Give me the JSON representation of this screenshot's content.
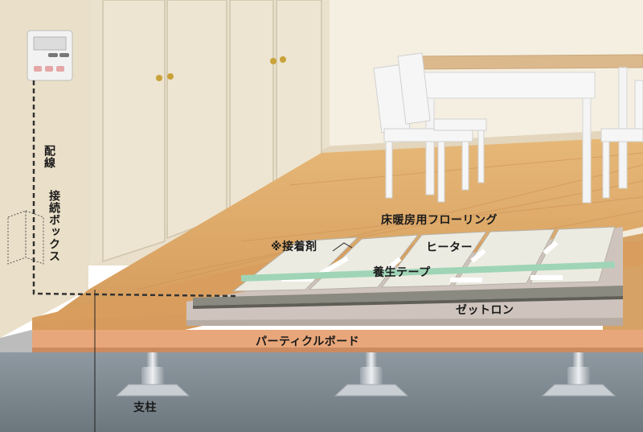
{
  "labels": {
    "haisen": "配線",
    "setsuzoku_box": "接続ボックス",
    "flooring": "床暖房用フローリング",
    "adhesive": "※接着剤",
    "heater": "ヒーター",
    "curing_tape": "養生テープ",
    "zettoron": "ゼットロン",
    "particle_board": "パーティクルボード",
    "pillar": "支柱"
  },
  "colors": {
    "wall": "#efe6d4",
    "floor_wood": "#dcaa6c",
    "particle_board": "#e8a77a",
    "foundation": "#7f8a92",
    "heater_panel": "#ecebe2",
    "curing_tape": "#9fd5b6"
  },
  "icons": [
    "thermostat-controller",
    "junction-box",
    "table",
    "chair",
    "cabinet-door"
  ]
}
